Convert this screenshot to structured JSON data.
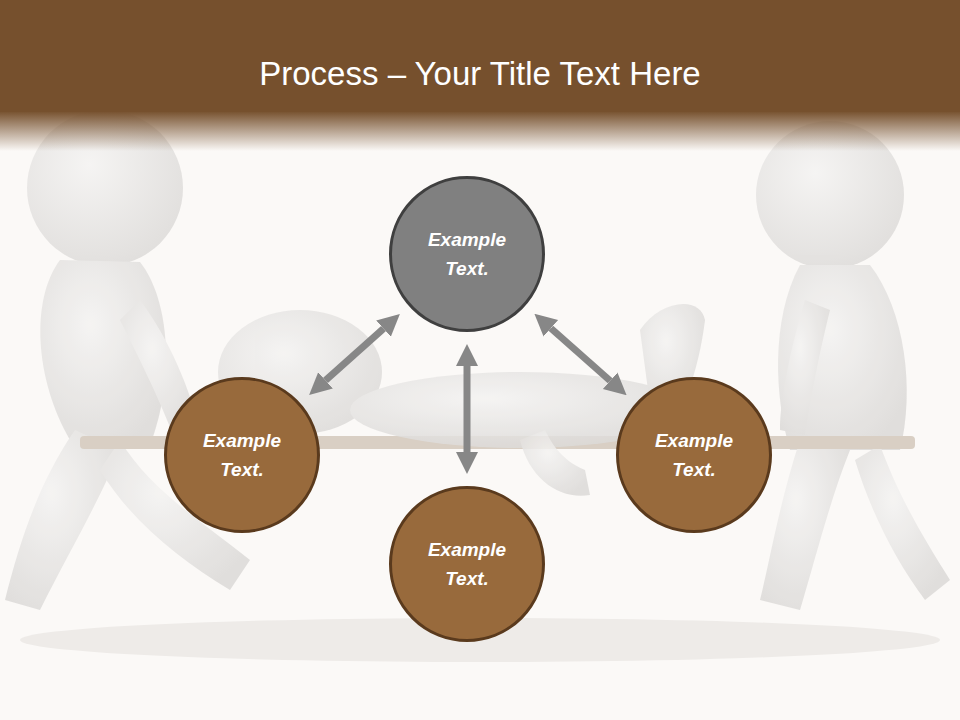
{
  "diagram": {
    "title": "Process – Your Title Text Here",
    "nodes": [
      {
        "text": [
          "Example Text."
        ]
      },
      {
        "text": [
          "Example Text."
        ]
      },
      {
        "text": [
          "Example Text."
        ]
      },
      {
        "text": [
          "Example Text."
        ]
      }
    ],
    "edges": [
      {
        "from": 0,
        "to": 1,
        "arrow": "both"
      },
      {
        "from": 0,
        "to": 2,
        "arrow": "both"
      },
      {
        "from": 0,
        "to": 3,
        "arrow": "both"
      }
    ]
  }
}
